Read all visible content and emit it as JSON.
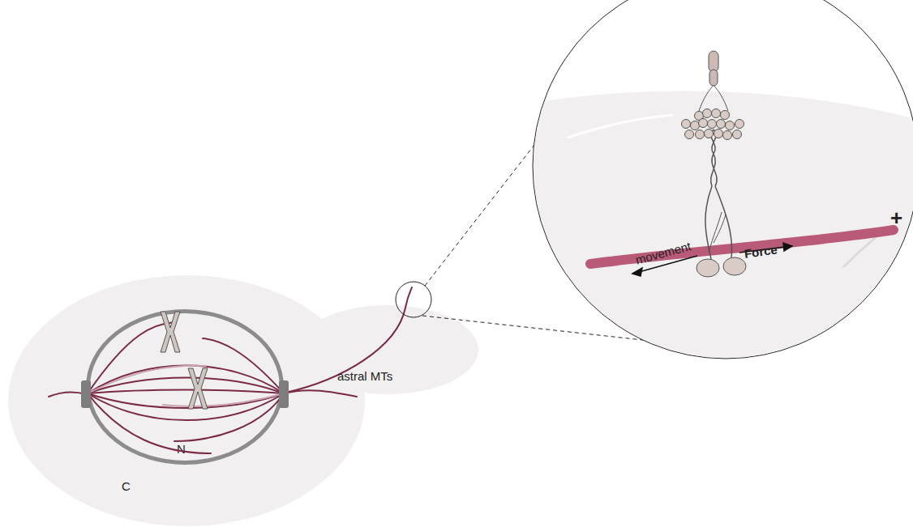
{
  "diagram": {
    "nodes": [
      {
        "text": [
          "C"
        ]
      },
      {
        "text": [
          "N"
        ],
        "in": 0
      }
    ],
    "labels": [
      "astral MTs",
      "movement",
      "Force",
      "+"
    ]
  }
}
